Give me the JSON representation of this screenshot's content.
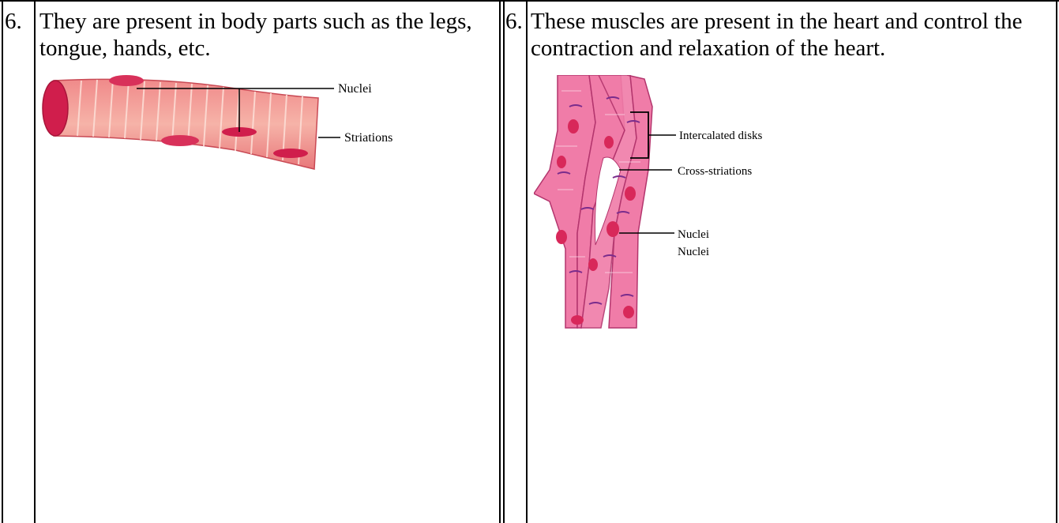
{
  "rows": [
    {
      "left": {
        "number": "6.",
        "text": "They are present in body parts such as the legs, tongue, hands, etc.",
        "figure": {
          "labels": {
            "nuclei": "Nuclei",
            "striations": "Striations"
          }
        }
      },
      "right": {
        "number": "6.",
        "text": "These muscles are present in the heart and control the contraction and relaxation of the heart.",
        "figure": {
          "labels": {
            "intercalated": "Intercalated disks",
            "cross": "Cross-striations",
            "nuclei1": "Nuclei",
            "nuclei2": "Nuclei"
          }
        }
      }
    }
  ]
}
